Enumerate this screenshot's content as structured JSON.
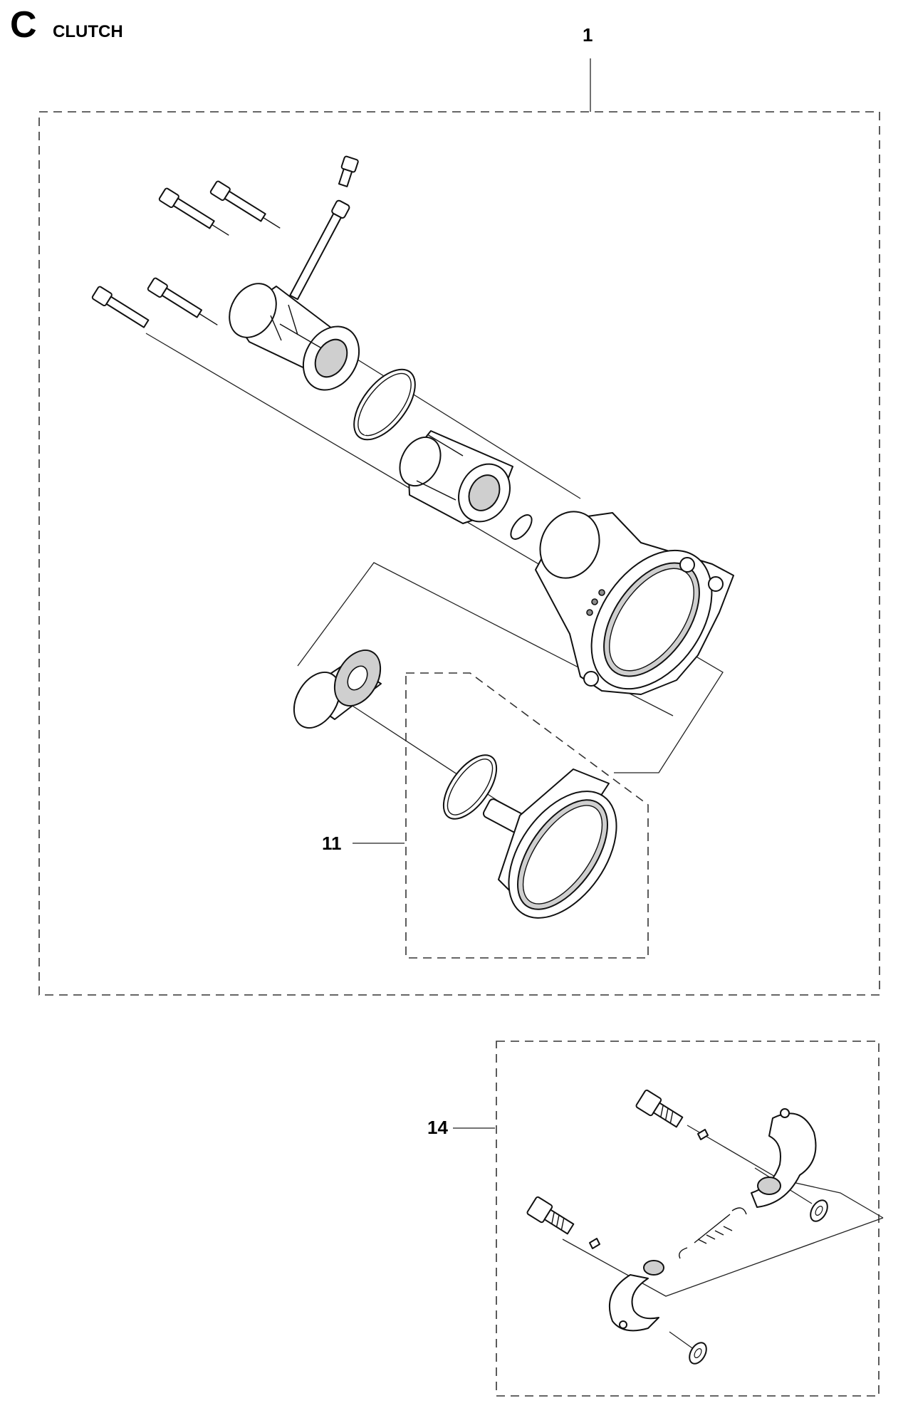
{
  "section": {
    "letter": "C",
    "title": "CLUTCH"
  },
  "callouts": {
    "clutch_assembly": "1",
    "clutch_drum": "11",
    "clutch_shoe_kit": "14"
  }
}
